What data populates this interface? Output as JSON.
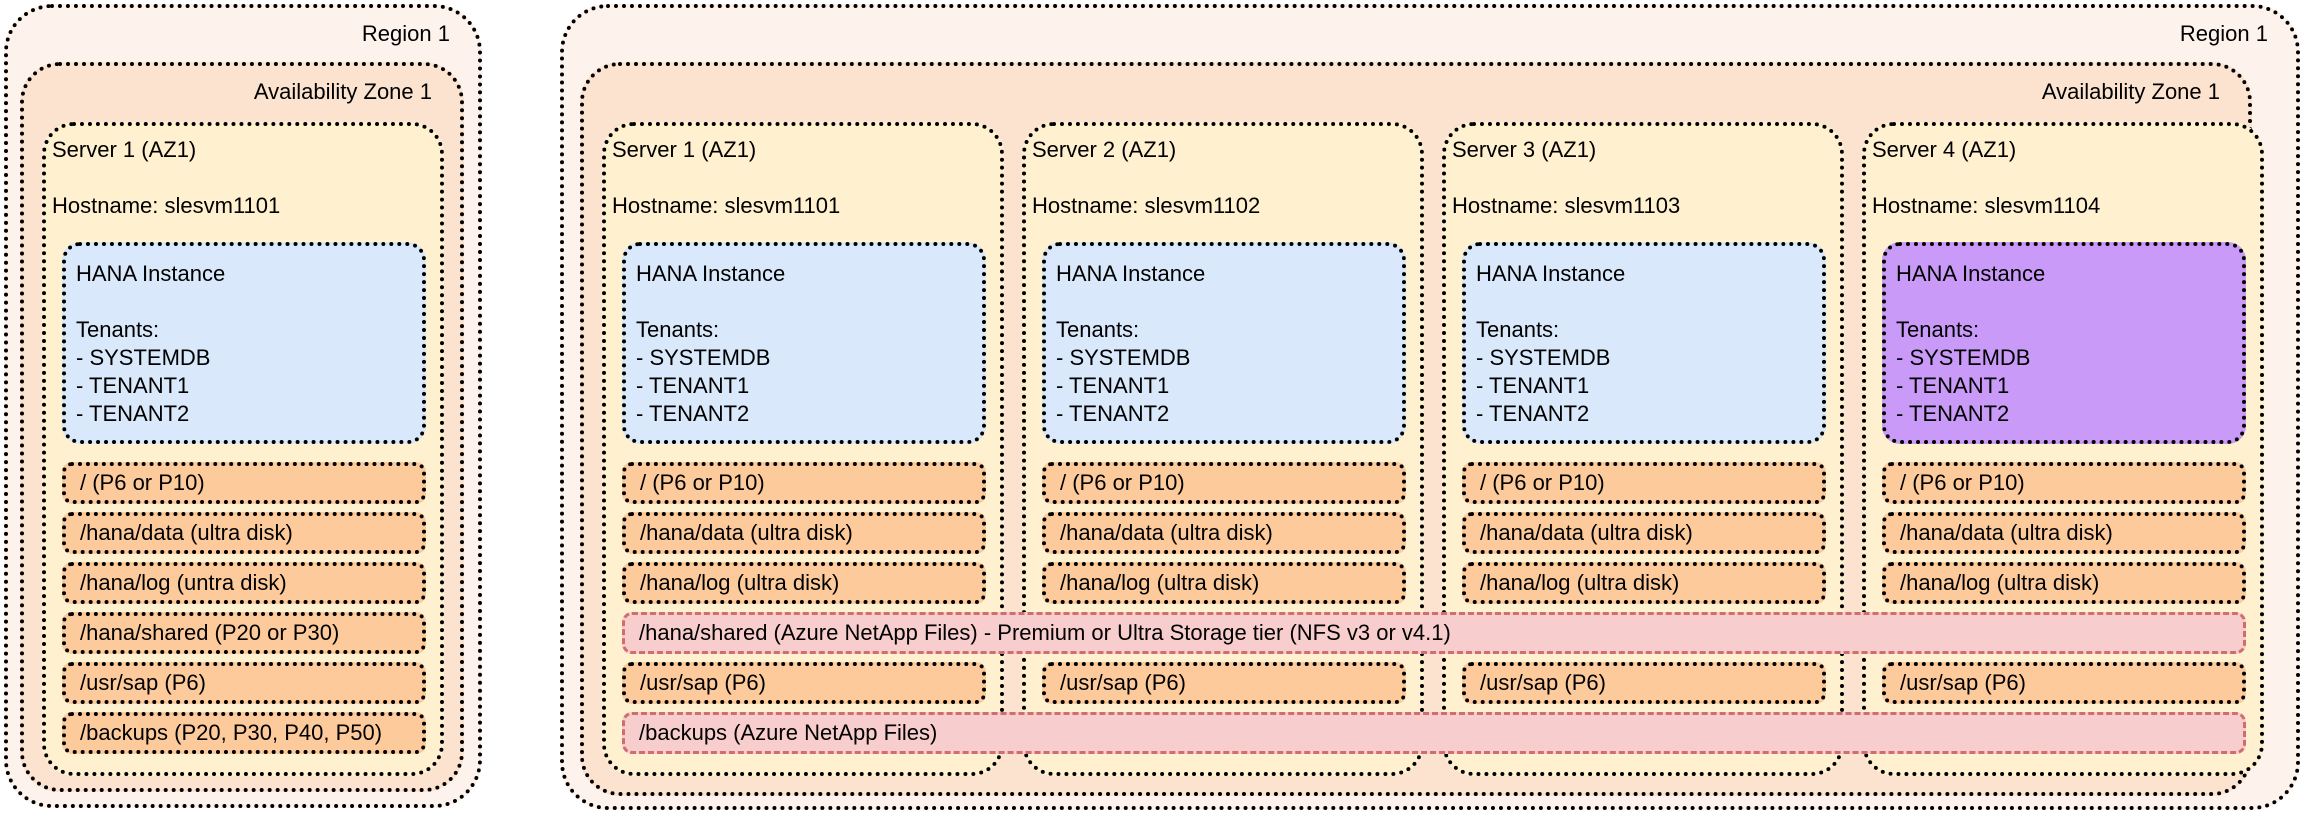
{
  "left": {
    "region_label": "Region 1",
    "az_label": "Availability Zone 1",
    "server": {
      "name": "Server 1 (AZ1)",
      "hostname": "Hostname: slesvm1101",
      "hana_title": "HANA Instance",
      "tenants_label": "Tenants:",
      "tenants": [
        "- SYSTEMDB",
        "- TENANT1",
        "- TENANT2"
      ],
      "disks": [
        "/ (P6 or P10)",
        "/hana/data (ultra disk)",
        "/hana/log (untra disk)",
        "/hana/shared (P20 or P30)",
        "/usr/sap (P6)",
        "/backups (P20, P30, P40, P50)"
      ]
    }
  },
  "right": {
    "region_label": "Region 1",
    "az_label": "Availability Zone 1",
    "servers": [
      {
        "name": "Server 1 (AZ1)",
        "hostname": "Hostname: slesvm1101",
        "hana_title": "HANA Instance",
        "tenants_label": "Tenants:",
        "tenants": [
          "- SYSTEMDB",
          "- TENANT1",
          "- TENANT2"
        ],
        "disk_root": "/ (P6 or P10)",
        "disk_data": "/hana/data (ultra disk)",
        "disk_log": "/hana/log (ultra disk)",
        "disk_usr": "/usr/sap (P6)"
      },
      {
        "name": "Server 2 (AZ1)",
        "hostname": "Hostname: slesvm1102",
        "hana_title": "HANA Instance",
        "tenants_label": "Tenants:",
        "tenants": [
          "- SYSTEMDB",
          "- TENANT1",
          "- TENANT2"
        ],
        "disk_root": "/ (P6 or P10)",
        "disk_data": "/hana/data (ultra disk)",
        "disk_log": "/hana/log (ultra disk)",
        "disk_usr": "/usr/sap (P6)"
      },
      {
        "name": "Server 3 (AZ1)",
        "hostname": "Hostname: slesvm1103",
        "hana_title": "HANA Instance",
        "tenants_label": "Tenants:",
        "tenants": [
          "- SYSTEMDB",
          "- TENANT1",
          "- TENANT2"
        ],
        "disk_root": "/ (P6 or P10)",
        "disk_data": "/hana/data (ultra disk)",
        "disk_log": "/hana/log (ultra disk)",
        "disk_usr": "/usr/sap (P6)"
      },
      {
        "name": "Server 4 (AZ1)",
        "hostname": "Hostname: slesvm1104",
        "hana_title": "HANA Instance",
        "tenants_label": "Tenants:",
        "tenants": [
          "- SYSTEMDB",
          "- TENANT1",
          "- TENANT2"
        ],
        "disk_root": "/ (P6 or P10)",
        "disk_data": "/hana/data (ultra disk)",
        "disk_log": "/hana/log (ultra disk)",
        "disk_usr": "/usr/sap (P6)"
      }
    ],
    "shared_hana": "/hana/shared (Azure NetApp Files) - Premium or Ultra Storage tier (NFS v3 or v4.1)",
    "shared_backups": "/backups (Azure NetApp Files)"
  },
  "colors": {
    "region_fill": "#fdf2ec",
    "az_fill": "#fbe3d0",
    "server_fill": "#fff0d0",
    "hana_fill": "#d9e8fa",
    "hana_alt_fill": "#c99af7",
    "disk_fill": "#fdcb9b",
    "shared_fill": "#f7cdcd"
  }
}
